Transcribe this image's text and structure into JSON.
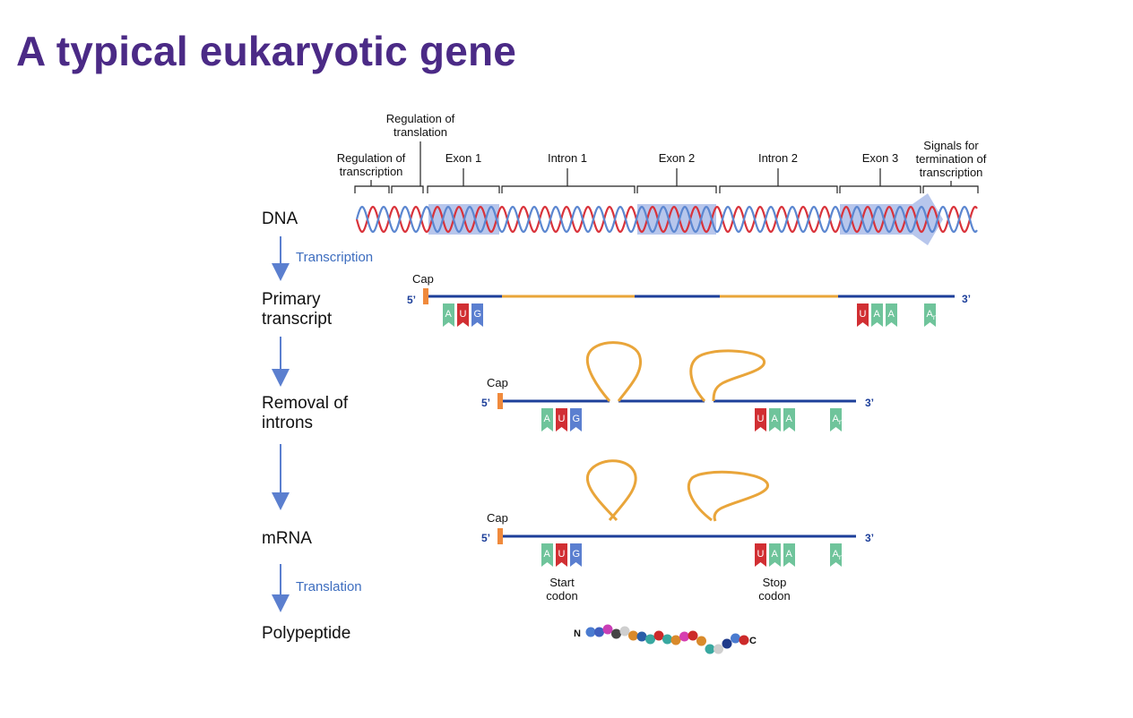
{
  "title": "A typical eukaryotic gene",
  "stages": {
    "dna": "DNA",
    "primary_line1": "Primary",
    "primary_line2": "transcript",
    "removal_line1": "Removal of",
    "removal_line2": "introns",
    "mrna": "mRNA",
    "polypeptide": "Polypeptide"
  },
  "steps": {
    "transcription": "Transcription",
    "translation": "Translation"
  },
  "regions": {
    "reg_translation_line1": "Regulation of",
    "reg_translation_line2": "translation",
    "reg_transcription_line1": "Regulation of",
    "reg_transcription_line2": "transcription",
    "exon1": "Exon 1",
    "intron1": "Intron 1",
    "exon2": "Exon 2",
    "intron2": "Intron 2",
    "exon3": "Exon 3",
    "signals_line1": "Signals for",
    "signals_line2": "termination of",
    "signals_line3": "transcription"
  },
  "transcript_labels": {
    "cap": "Cap",
    "five_prime": "5’",
    "three_prime": "3’"
  },
  "codons": {
    "start": [
      "A",
      "U",
      "G"
    ],
    "stop": [
      "U",
      "A",
      "A"
    ],
    "poly_a": "A",
    "poly_a_sub": "n",
    "start_line1": "Start",
    "start_line2": "codon",
    "stop_line1": "Stop",
    "stop_line2": "codon"
  },
  "polypeptide": {
    "n_term": "N",
    "c_term": "C",
    "bead_colors": [
      "#4a7bd0",
      "#3f5fbf",
      "#c93fb6",
      "#444444",
      "#cfcfcf",
      "#d98a2b",
      "#2a5ea8",
      "#39a8a0",
      "#cc2a2a",
      "#39a8a0",
      "#d98a2b",
      "#d63fb0",
      "#cc2a2a",
      "#d98a2b",
      "#39a8a0",
      "#cfcfcf",
      "#1f3a8a",
      "#4a7bd0",
      "#cc2a2a"
    ]
  },
  "colors": {
    "title": "#4b2a86",
    "strand_red": "#d9323a",
    "strand_blue": "#5b86d0",
    "exon_box": "#9fb3e6",
    "exon_line": "#1d3f9a",
    "intron": "#e9a53a",
    "cap": "#f08a3c",
    "nt_green": "#6fc49b",
    "nt_red": "#d12f33",
    "nt_blue": "#5b7fd0",
    "arrow": "#5b7fcf"
  }
}
